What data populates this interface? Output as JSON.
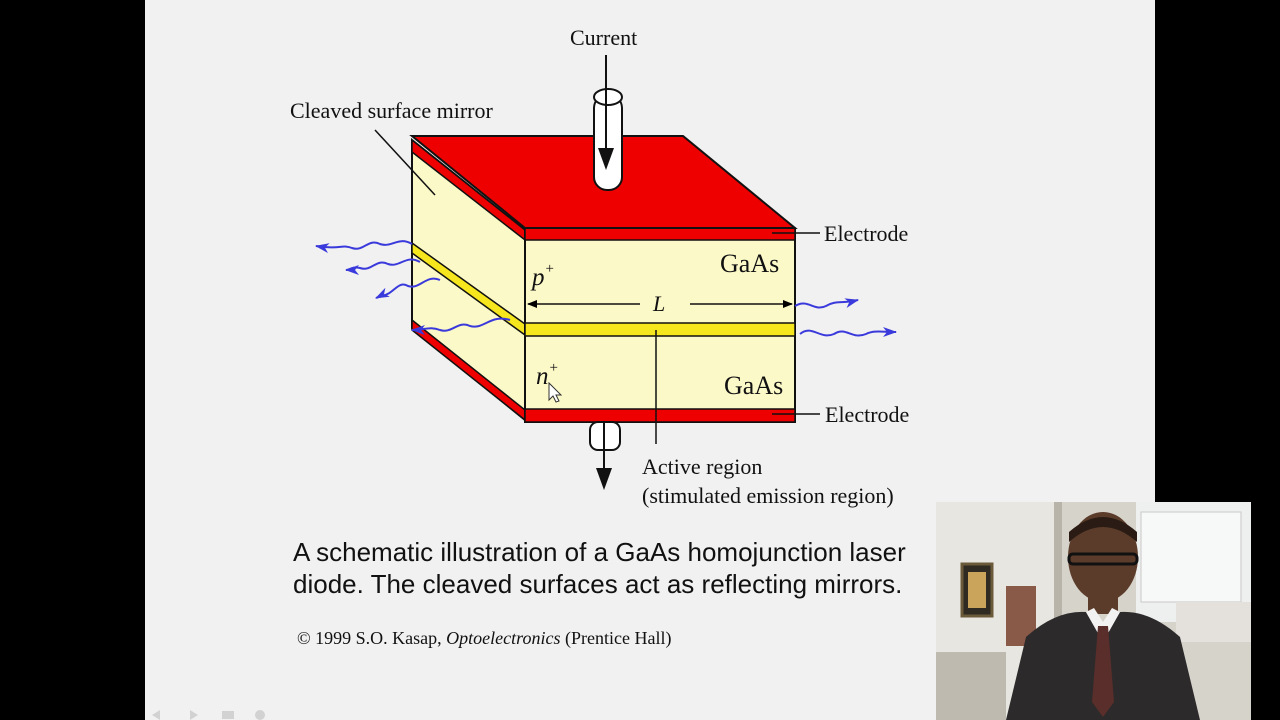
{
  "diagram": {
    "current_label": "Current",
    "mirror_label": "Cleaved surface mirror",
    "electrode_top_label": "Electrode",
    "electrode_bottom_label": "Electrode",
    "gaas_top": "GaAs",
    "gaas_bottom": "GaAs",
    "p_letter": "p",
    "n_letter": "n",
    "doping_sup": "+",
    "length_label": "L",
    "active_region_line1": "Active region",
    "active_region_line2": "(stimulated emission region)"
  },
  "caption": {
    "line1": "A schematic illustration of a GaAs homojunction laser",
    "line2": "diode. The cleaved surfaces act as reflecting mirrors."
  },
  "credit": {
    "prefix": "© 1999 S.O. Kasap, ",
    "book": "Optoelectronics",
    "suffix": " (Prentice Hall)"
  },
  "colors": {
    "electrode": "#ee0000",
    "gaas": "#fcf9c9",
    "active_layer": "#f5e61e",
    "light_arrows": "#3a3adc",
    "slide_background": "#f1f1f1"
  }
}
